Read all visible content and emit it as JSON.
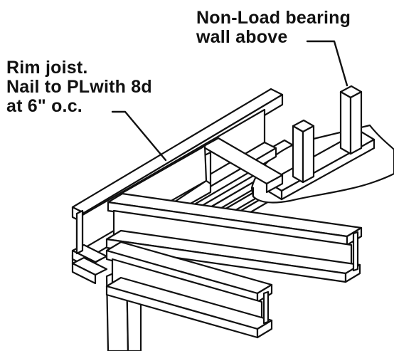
{
  "callouts": {
    "rim_joist": {
      "line1": "Rim joist.",
      "line2_prefix": "Nail to ",
      "plate_symbol": "PL",
      "line2_suffix": "with 8d",
      "line3": "at 6\" o.c."
    },
    "wall": {
      "line1": "Non-Load bearing",
      "line2": "wall above"
    }
  },
  "drawing": {
    "stroke_color": "#111111",
    "fill_color": "#ffffff",
    "shading_color": "#ffffff"
  }
}
